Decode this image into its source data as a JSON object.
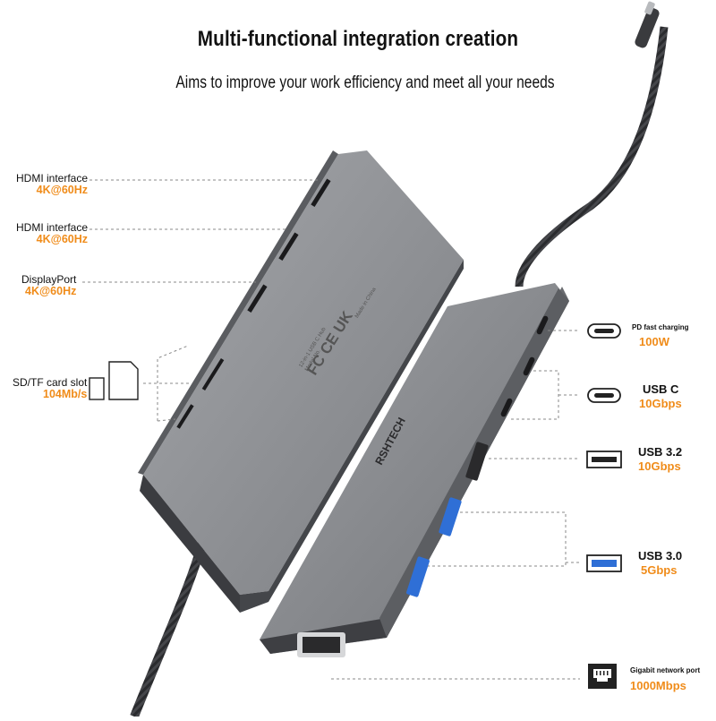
{
  "headline": "Multi-functional integration creation",
  "subline": "Aims to improve your work efficiency and meet all your needs",
  "brand": "RSHTECH",
  "ports_left": [
    {
      "name": "HDMI interface",
      "spec": "4K@60Hz"
    },
    {
      "name": "HDMI interface",
      "spec": "4K@60Hz"
    },
    {
      "name": "DisplayPort",
      "spec": "4K@60Hz"
    },
    {
      "name": "SD/TF card slot",
      "spec": "104Mb/s"
    }
  ],
  "ports_right": [
    {
      "name": "PD fast charging",
      "spec": "100W",
      "icon": "usb-c-icon"
    },
    {
      "name": "USB C",
      "spec": "10Gbps",
      "icon": "usb-c-icon"
    },
    {
      "name": "USB 3.2",
      "spec": "10Gbps",
      "icon": "usb-a-black-icon"
    },
    {
      "name": "USB 3.0",
      "spec": "5Gbps",
      "icon": "usb-a-blue-icon"
    },
    {
      "name": "Gigabit network port",
      "spec": "1000Mbps",
      "icon": "ethernet-port-icon"
    }
  ],
  "colors": {
    "accent": "#f08c1a",
    "usb3_blue": "#2f6fd6",
    "body": "#8a8c90"
  }
}
